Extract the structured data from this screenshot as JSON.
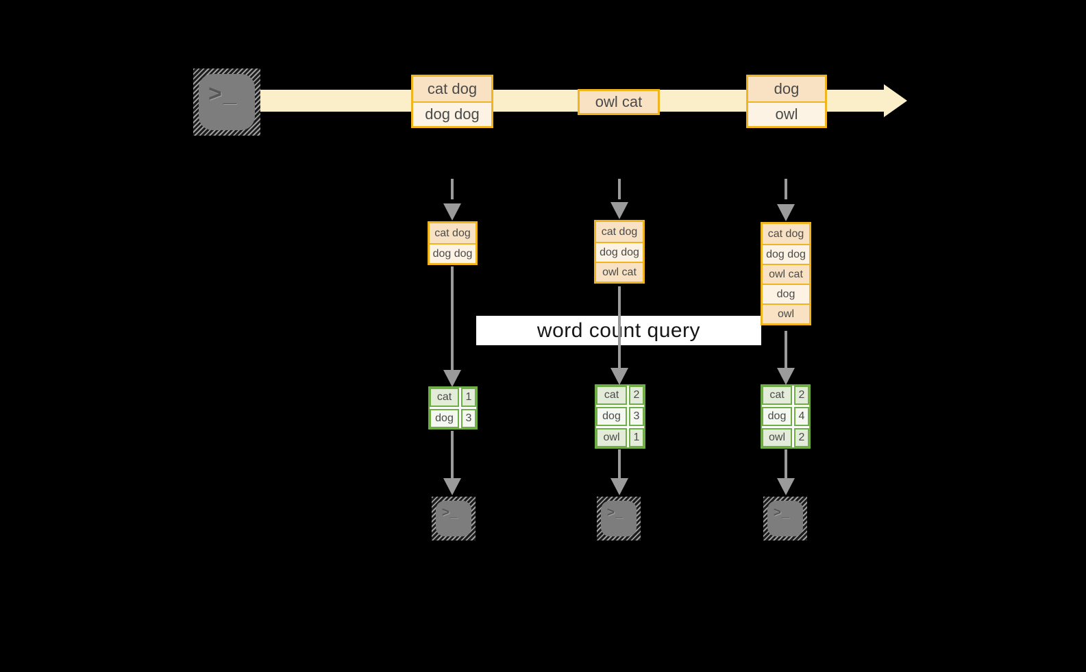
{
  "query": {
    "label": "word count query"
  },
  "timeline": {
    "events": [
      {
        "rows": [
          "cat dog",
          "dog dog"
        ]
      },
      {
        "rows": [
          "owl cat"
        ]
      },
      {
        "rows": [
          "dog",
          "owl"
        ]
      }
    ]
  },
  "batches": [
    {
      "input_rows": [
        "cat dog",
        "dog dog"
      ],
      "result": [
        {
          "word": "cat",
          "count": "1"
        },
        {
          "word": "dog",
          "count": "3"
        }
      ]
    },
    {
      "input_rows": [
        "cat dog",
        "dog dog",
        "owl cat"
      ],
      "result": [
        {
          "word": "cat",
          "count": "2"
        },
        {
          "word": "dog",
          "count": "3"
        },
        {
          "word": "owl",
          "count": "1"
        }
      ]
    },
    {
      "input_rows": [
        "cat dog",
        "dog dog",
        "owl cat",
        "dog",
        "owl"
      ],
      "result": [
        {
          "word": "cat",
          "count": "2"
        },
        {
          "word": "dog",
          "count": "4"
        },
        {
          "word": "owl",
          "count": "2"
        }
      ]
    }
  ],
  "icons": {
    "source": "terminal-prompt-icon",
    "sink_1": "terminal-prompt-icon",
    "sink_2": "terminal-prompt-icon",
    "sink_3": "terminal-prompt-icon",
    "prompt_glyph": ">_"
  },
  "colors": {
    "background": "#000000",
    "stream_band": "#faefc9",
    "event_border": "#f0b41e",
    "event_fill_dark": "#f9e2c3",
    "event_fill_light": "#fdf3e4",
    "result_border": "#6fae44",
    "result_fill_dark": "#e3ecd9",
    "result_fill_light": "#f4f8f0",
    "connector_gray": "#9b9b9b",
    "terminal_gray": "#7d7d7d",
    "query_band": "#ffffff",
    "text_dark": "#4a4a4a"
  }
}
